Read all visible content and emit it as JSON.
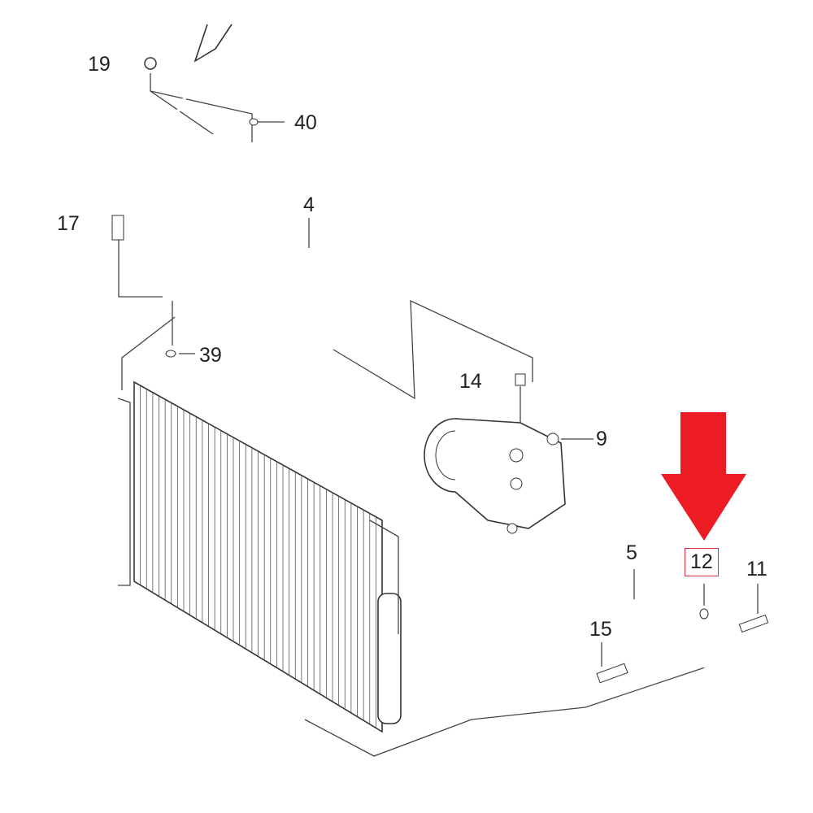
{
  "diagram": {
    "callouts": [
      {
        "id": "19",
        "text": "19"
      },
      {
        "id": "40",
        "text": "40"
      },
      {
        "id": "17",
        "text": "17"
      },
      {
        "id": "4",
        "text": "4"
      },
      {
        "id": "39",
        "text": "39"
      },
      {
        "id": "14",
        "text": "14"
      },
      {
        "id": "9",
        "text": "9"
      },
      {
        "id": "5",
        "text": "5"
      },
      {
        "id": "12",
        "text": "12",
        "highlighted": true
      },
      {
        "id": "11",
        "text": "11"
      },
      {
        "id": "15",
        "text": "15"
      }
    ],
    "highlight_color": "#ed1c24",
    "highlight_target": "12"
  }
}
